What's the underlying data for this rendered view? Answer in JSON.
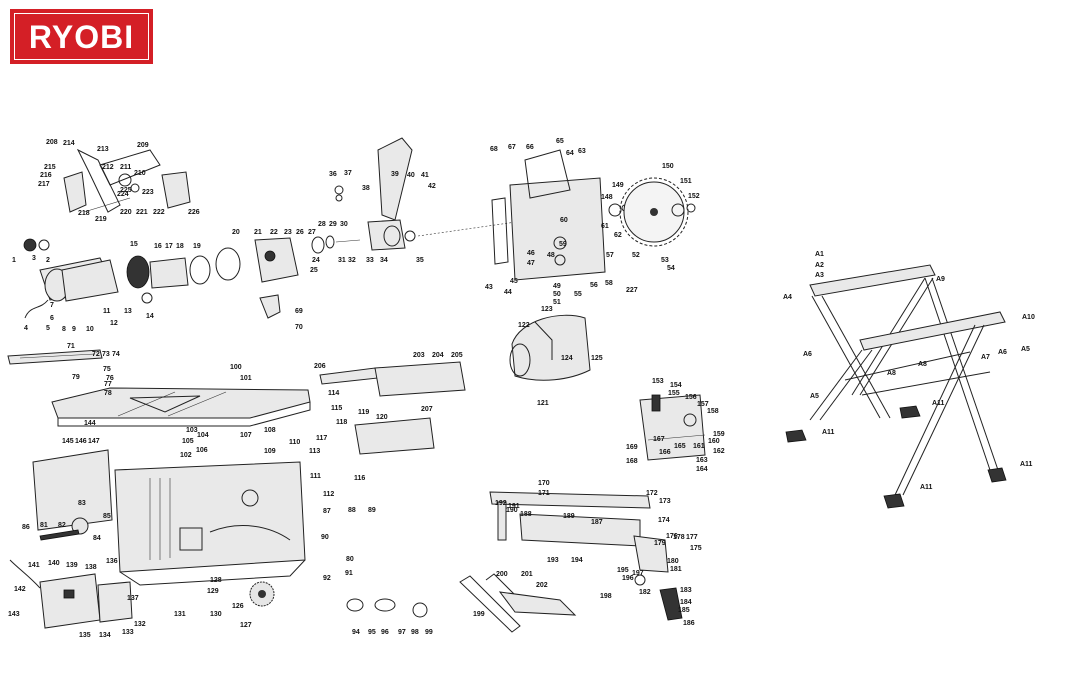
{
  "brand": {
    "name": "RYOBI",
    "color": "#d41f26"
  },
  "callouts": [
    "1",
    "2",
    "3",
    "4",
    "5",
    "6",
    "7",
    "8",
    "9",
    "10",
    "11",
    "12",
    "13",
    "14",
    "15",
    "16",
    "17",
    "18",
    "19",
    "20",
    "21",
    "22",
    "23",
    "24",
    "25",
    "26",
    "27",
    "28",
    "29",
    "30",
    "31",
    "32",
    "33",
    "34",
    "35",
    "36",
    "37",
    "38",
    "39",
    "40",
    "41",
    "42",
    "43",
    "44",
    "45",
    "46",
    "47",
    "48",
    "49",
    "50",
    "51",
    "52",
    "53",
    "54",
    "55",
    "56",
    "57",
    "58",
    "59",
    "60",
    "61",
    "62",
    "63",
    "64",
    "65",
    "66",
    "67",
    "68",
    "69",
    "70",
    "71",
    "72",
    "73",
    "74",
    "75",
    "76",
    "77",
    "78",
    "79",
    "80",
    "81",
    "82",
    "83",
    "84",
    "85",
    "86",
    "87",
    "88",
    "89",
    "90",
    "91",
    "92",
    "94",
    "95",
    "96",
    "97",
    "98",
    "99",
    "100",
    "101",
    "102",
    "103",
    "104",
    "105",
    "106",
    "107",
    "108",
    "109",
    "110",
    "111",
    "112",
    "113",
    "114",
    "115",
    "116",
    "117",
    "118",
    "119",
    "120",
    "121",
    "122",
    "123",
    "124",
    "125",
    "126",
    "127",
    "128",
    "129",
    "130",
    "131",
    "132",
    "133",
    "134",
    "135",
    "136",
    "137",
    "138",
    "139",
    "140",
    "141",
    "142",
    "143",
    "144",
    "145",
    "146",
    "147",
    "148",
    "149",
    "150",
    "151",
    "152",
    "153",
    "154",
    "155",
    "156",
    "157",
    "158",
    "159",
    "160",
    "161",
    "162",
    "163",
    "164",
    "165",
    "166",
    "167",
    "168",
    "169",
    "170",
    "171",
    "172",
    "173",
    "174",
    "175",
    "176",
    "177",
    "178",
    "179",
    "180",
    "181",
    "182",
    "183",
    "184",
    "185",
    "186",
    "187",
    "188",
    "189",
    "190",
    "191",
    "192",
    "193",
    "194",
    "195",
    "196",
    "197",
    "198",
    "199",
    "200",
    "201",
    "202",
    "203",
    "204",
    "205",
    "206",
    "207",
    "208",
    "209",
    "210",
    "211",
    "212",
    "213",
    "214",
    "215",
    "216",
    "217",
    "218",
    "219",
    "220",
    "221",
    "222",
    "223",
    "224",
    "225",
    "226",
    "227",
    "A1",
    "A2",
    "A3",
    "A4",
    "A5",
    "A6",
    "A7",
    "A8",
    "A9",
    "A10",
    "A11"
  ]
}
